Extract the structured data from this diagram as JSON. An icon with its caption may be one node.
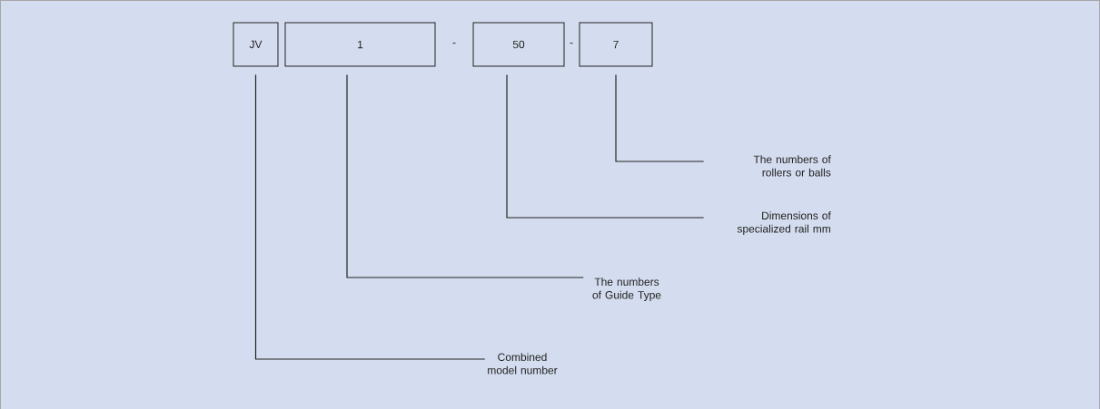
{
  "diagram": {
    "nodes": [
      {
        "text": [
          "JV"
        ]
      },
      {
        "text": [
          "1"
        ]
      },
      {
        "text": [
          "50"
        ]
      },
      {
        "text": [
          "7"
        ]
      },
      {
        "text": [
          "The numbers of rollers or balls"
        ]
      },
      {
        "text": [
          "Dimensions of specialized rail mm"
        ]
      },
      {
        "text": [
          "The numbers of Guide Type"
        ]
      },
      {
        "text": [
          "Combined model number"
        ]
      }
    ],
    "edges": [
      {
        "from": 4,
        "to": 3,
        "arrow": "none"
      },
      {
        "from": 5,
        "to": 2,
        "arrow": "none"
      },
      {
        "from": 6,
        "to": 1,
        "arrow": "none"
      },
      {
        "from": 7,
        "to": 0,
        "arrow": "none"
      }
    ],
    "labels": [
      "-",
      "-"
    ]
  }
}
